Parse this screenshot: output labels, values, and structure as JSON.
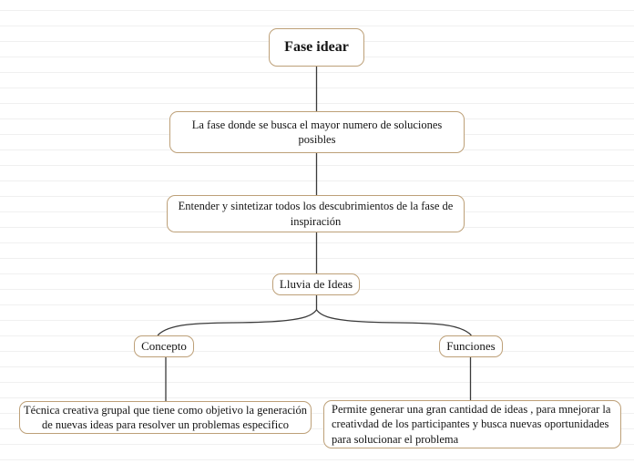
{
  "diagram": {
    "title": "Fase idear",
    "nodes": {
      "root": {
        "label": "Fase idear"
      },
      "level1": {
        "label": "La fase donde se busca el mayor numero de soluciones posibles"
      },
      "level2": {
        "label": "Entender y sintetizar todos los descubrimientos de la fase de inspiración"
      },
      "level3": {
        "label": "Lluvia de Ideas"
      },
      "branch_left": {
        "label": "Concepto"
      },
      "branch_right": {
        "label": "Funciones"
      },
      "leaf_left": {
        "label": "Técnica creativa grupal que tiene como objetivo la generación de nuevas ideas para resolver un problemas especifico"
      },
      "leaf_right": {
        "label": "Permite generar una gran cantidad de ideas , para mnejorar la creativdad de los participantes y busca nuevas oportunidades para solucionar el problema"
      }
    },
    "edges": [
      {
        "from": "root",
        "to": "level1"
      },
      {
        "from": "level1",
        "to": "level2"
      },
      {
        "from": "level2",
        "to": "level3"
      },
      {
        "from": "level3",
        "to": "branch_left"
      },
      {
        "from": "level3",
        "to": "branch_right"
      },
      {
        "from": "branch_left",
        "to": "leaf_left"
      },
      {
        "from": "branch_right",
        "to": "leaf_right"
      }
    ],
    "colors": {
      "node_border": "#bda078",
      "node_fill": "#ffffff",
      "connector": "#3a3a3a",
      "ruled_line": "#f0f0f0",
      "text": "#141414",
      "background": "#ffffff"
    }
  }
}
